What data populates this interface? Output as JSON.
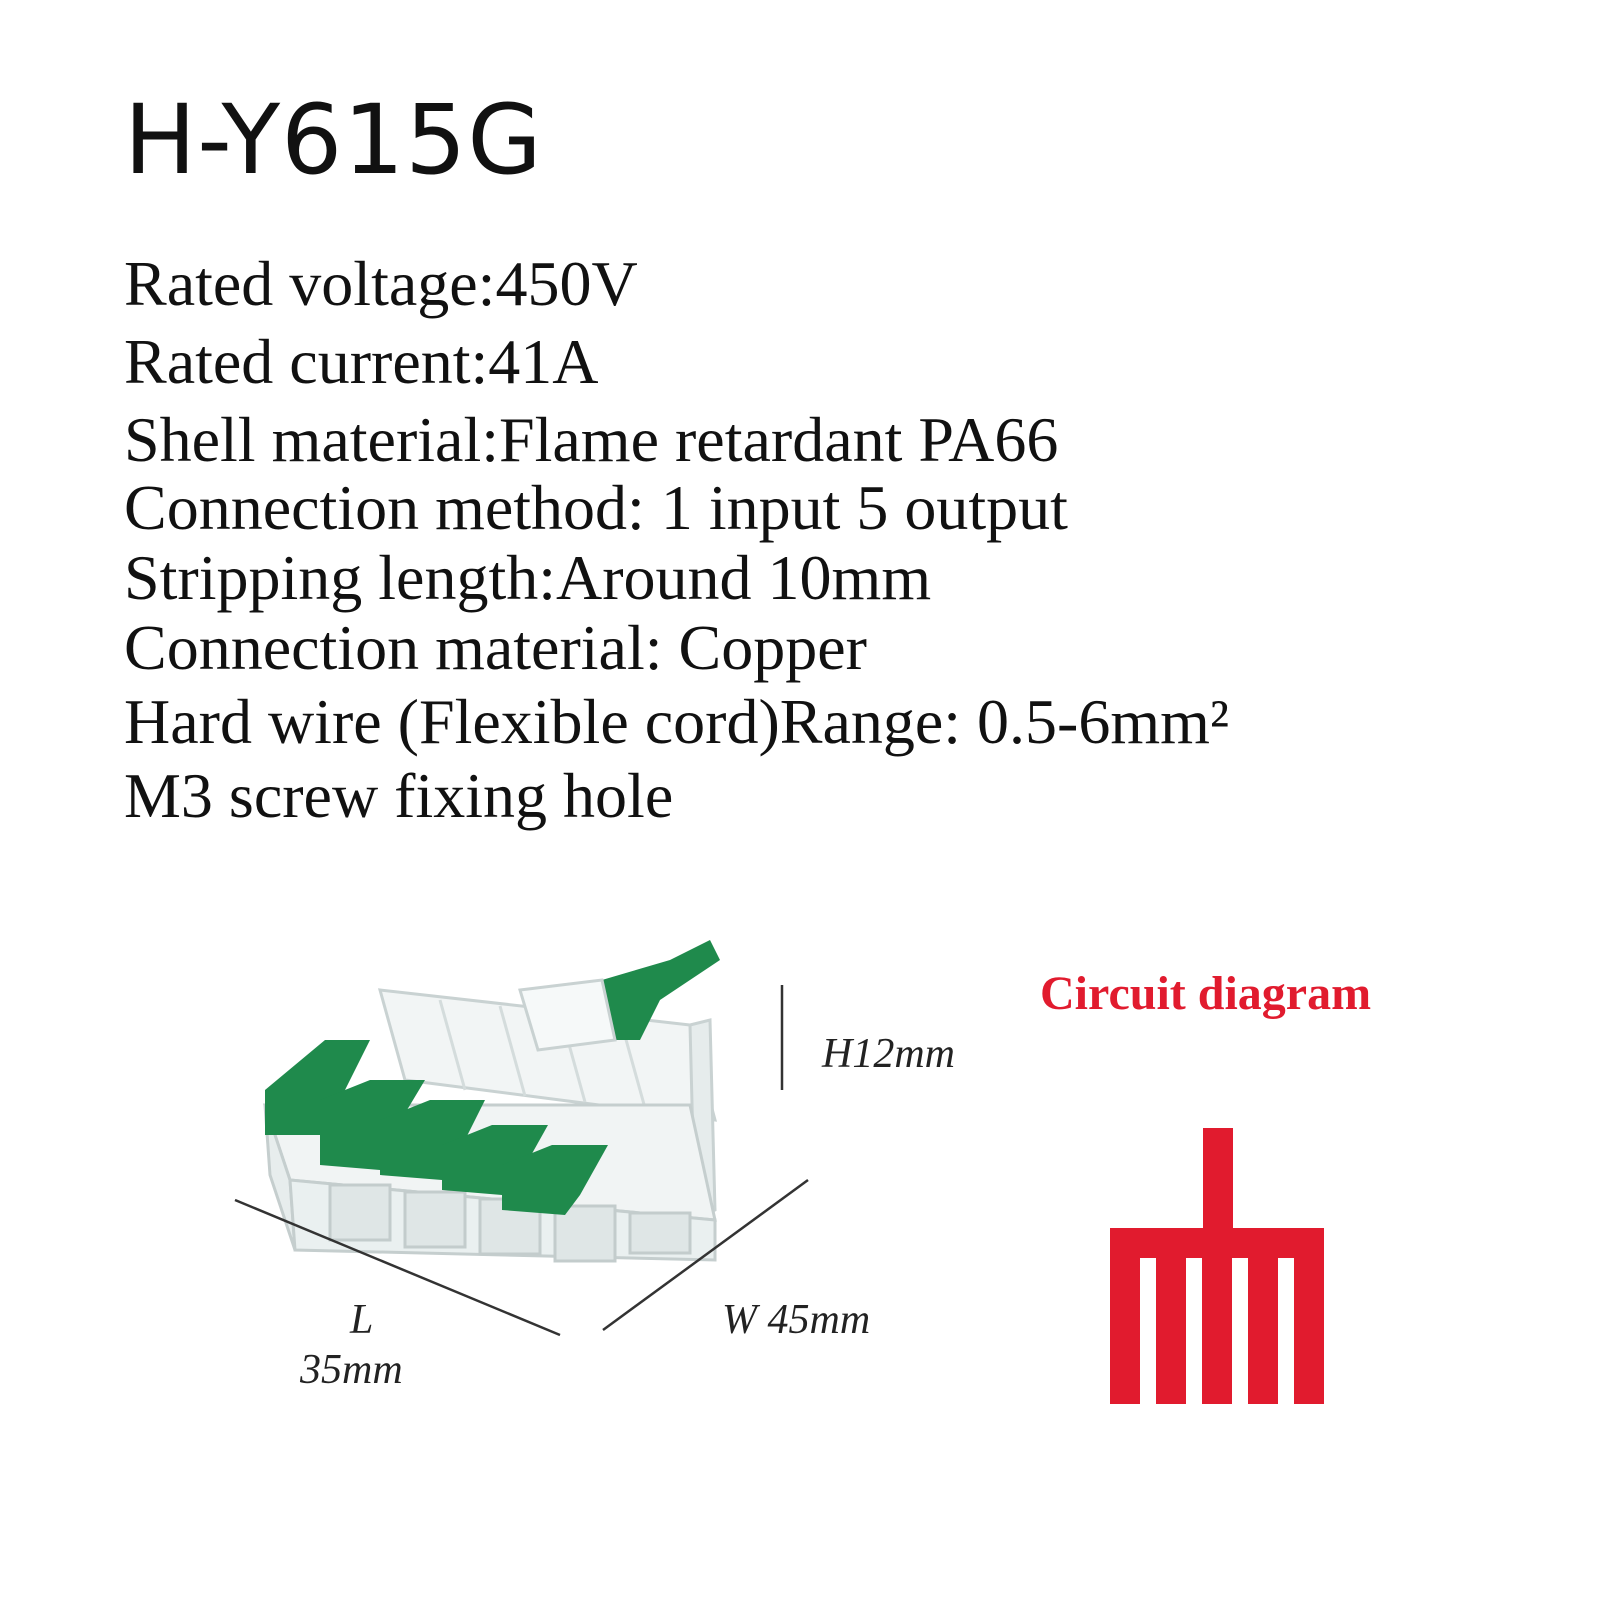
{
  "product": {
    "model": "H-Y615G"
  },
  "specs": [
    "Rated voltage:450V",
    "Rated current:41A",
    "Shell material:Flame retardant PA66",
    "Connection method: 1 input 5 output",
    "Stripping length:Around 10mm",
    "Connection material: Copper",
    "Hard wire (Flexible cord)Range: 0.5-6mm²",
    "M3 screw fixing hole"
  ],
  "dimensions": {
    "height": "H12mm",
    "width": "W 45mm",
    "length_letter": "L",
    "length_value": "35mm"
  },
  "circuit": {
    "title": "Circuit diagram",
    "color": "#e11b2e"
  },
  "colors": {
    "lever_green": "#1f8a4c",
    "housing_clear": "#eef2f2"
  }
}
